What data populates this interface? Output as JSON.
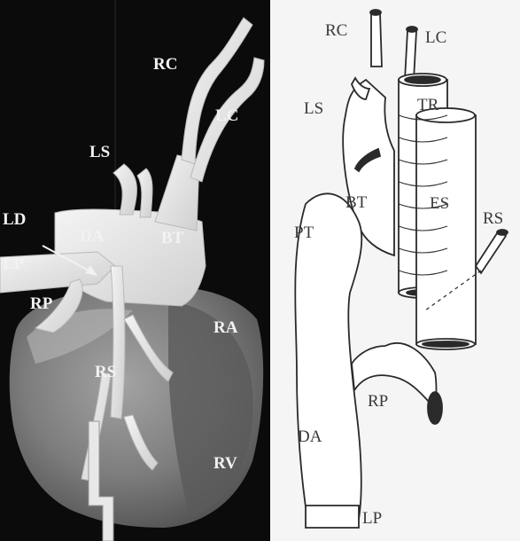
{
  "photo_labels": {
    "rc": "RC",
    "lc": "LC",
    "ls": "LS",
    "ld": "LD",
    "da": "DA",
    "bt": "BT",
    "lp": "LP",
    "rp": "RP",
    "ra": "RA",
    "rs": "RS",
    "rv": "RV"
  },
  "drawing_labels": {
    "rc": "RC",
    "lc": "LC",
    "ls": "LS",
    "tr": "TR",
    "bt": "BT",
    "es": "ES",
    "rs": "RS",
    "pt": "PT",
    "rp": "RP",
    "da": "DA",
    "lp": "LP"
  },
  "colors": {
    "photo_background": "#0b0b0b",
    "vessel_cast": "#e9e9e9",
    "heart_tissue": "#8a8a8a",
    "drawing_background": "#f5f5f5",
    "drawing_line": "#2a2a2a"
  }
}
